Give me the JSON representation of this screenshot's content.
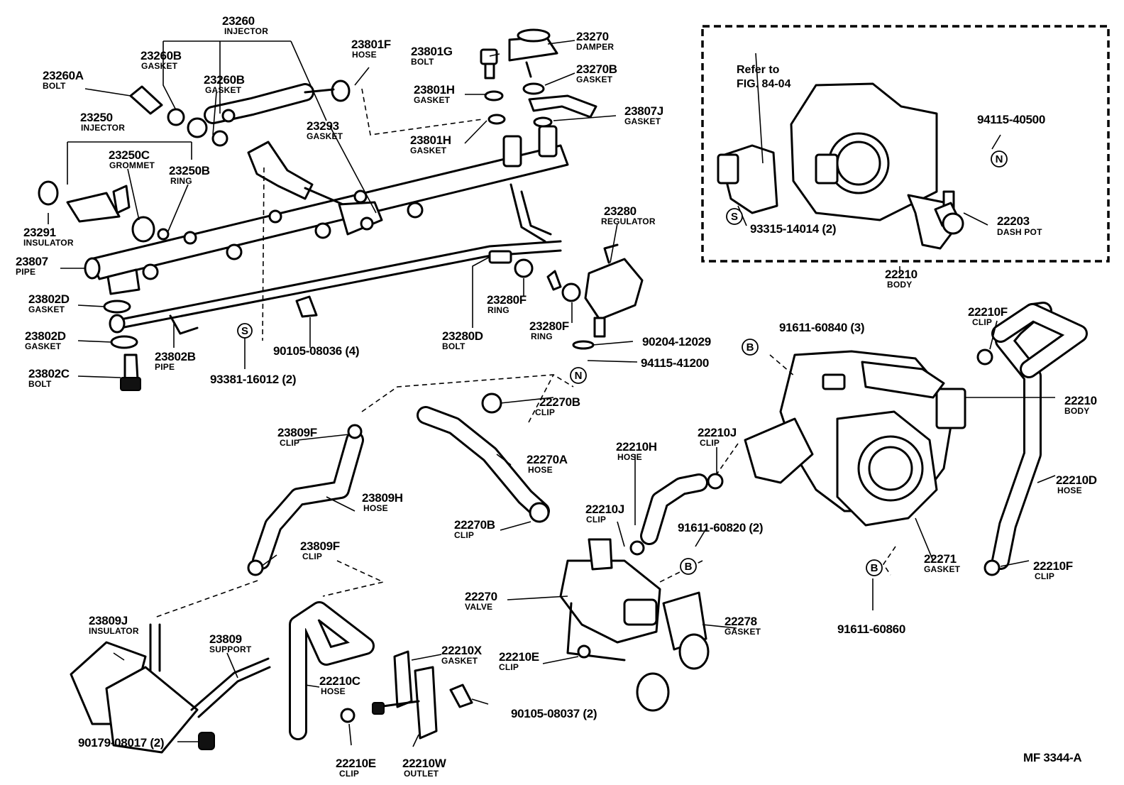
{
  "diagram_id": "MF 3344-A",
  "callouts": [
    {
      "num": "23260",
      "name": "INJECTOR"
    },
    {
      "num": "23260B",
      "name": "GASKET"
    },
    {
      "num": "23260A",
      "name": "BOLT"
    },
    {
      "num": "23260B",
      "name": "GASKET"
    },
    {
      "num": "23250",
      "name": "INJECTOR"
    },
    {
      "num": "23250C",
      "name": "GROMMET"
    },
    {
      "num": "23250B",
      "name": "RING"
    },
    {
      "num": "23291",
      "name": "INSULATOR"
    },
    {
      "num": "23807",
      "name": "PIPE"
    },
    {
      "num": "23802D",
      "name": "GASKET"
    },
    {
      "num": "23802D",
      "name": "GASKET"
    },
    {
      "num": "23802C",
      "name": "BOLT"
    },
    {
      "num": "23802B",
      "name": "PIPE"
    },
    {
      "num": "93381-16012 (2)",
      "name": ""
    },
    {
      "num": "90105-08036 (4)",
      "name": ""
    },
    {
      "num": "23801F",
      "name": "HOSE"
    },
    {
      "num": "23293",
      "name": "GASKET"
    },
    {
      "num": "23801G",
      "name": "BOLT"
    },
    {
      "num": "23801H",
      "name": "GASKET"
    },
    {
      "num": "23801H",
      "name": "GASKET"
    },
    {
      "num": "23270",
      "name": "DAMPER"
    },
    {
      "num": "23270B",
      "name": "GASKET"
    },
    {
      "num": "23807J",
      "name": "GASKET"
    },
    {
      "num": "23280",
      "name": "REGULATOR"
    },
    {
      "num": "23280F",
      "name": "RING"
    },
    {
      "num": "23280F",
      "name": "RING"
    },
    {
      "num": "23280D",
      "name": "BOLT"
    },
    {
      "num": "90204-12029",
      "name": ""
    },
    {
      "num": "94115-41200",
      "name": ""
    },
    {
      "num": "94115-40500",
      "name": ""
    },
    {
      "num": "93315-14014 (2)",
      "name": ""
    },
    {
      "num": "22203",
      "name": "DASH POT"
    },
    {
      "num": "22210",
      "name": "BODY"
    },
    {
      "num": "91611-60840 (3)",
      "name": ""
    },
    {
      "num": "22210F",
      "name": "CLIP"
    },
    {
      "num": "22210",
      "name": "BODY"
    },
    {
      "num": "22210D",
      "name": "HOSE"
    },
    {
      "num": "22210F",
      "name": "CLIP"
    },
    {
      "num": "22271",
      "name": "GASKET"
    },
    {
      "num": "91611-60860",
      "name": ""
    },
    {
      "num": "22210J",
      "name": "CLIP"
    },
    {
      "num": "22210H",
      "name": "HOSE"
    },
    {
      "num": "91611-60820 (2)",
      "name": ""
    },
    {
      "num": "22210J",
      "name": "CLIP"
    },
    {
      "num": "22270B",
      "name": "CLIP"
    },
    {
      "num": "22270A",
      "name": "HOSE"
    },
    {
      "num": "22270B",
      "name": "CLIP"
    },
    {
      "num": "22270",
      "name": "VALVE"
    },
    {
      "num": "22278",
      "name": "GASKET"
    },
    {
      "num": "22210E",
      "name": "CLIP"
    },
    {
      "num": "22210X",
      "name": "GASKET"
    },
    {
      "num": "90105-08037 (2)",
      "name": ""
    },
    {
      "num": "22210C",
      "name": "HOSE"
    },
    {
      "num": "22210E",
      "name": "CLIP"
    },
    {
      "num": "22210W",
      "name": "OUTLET"
    },
    {
      "num": "23809F",
      "name": "CLIP"
    },
    {
      "num": "23809H",
      "name": "HOSE"
    },
    {
      "num": "23809F",
      "name": "CLIP"
    },
    {
      "num": "23809J",
      "name": "INSULATOR"
    },
    {
      "num": "23809",
      "name": "SUPPORT"
    },
    {
      "num": "90179-08017 (2)",
      "name": ""
    }
  ],
  "refer_note": {
    "line1": "Refer to",
    "line2": "FIG. 84-04"
  },
  "markers": [
    {
      "symbol": "S"
    },
    {
      "symbol": "N"
    },
    {
      "symbol": "S"
    },
    {
      "symbol": "N"
    },
    {
      "symbol": "B"
    },
    {
      "symbol": "B"
    },
    {
      "symbol": "B"
    }
  ]
}
